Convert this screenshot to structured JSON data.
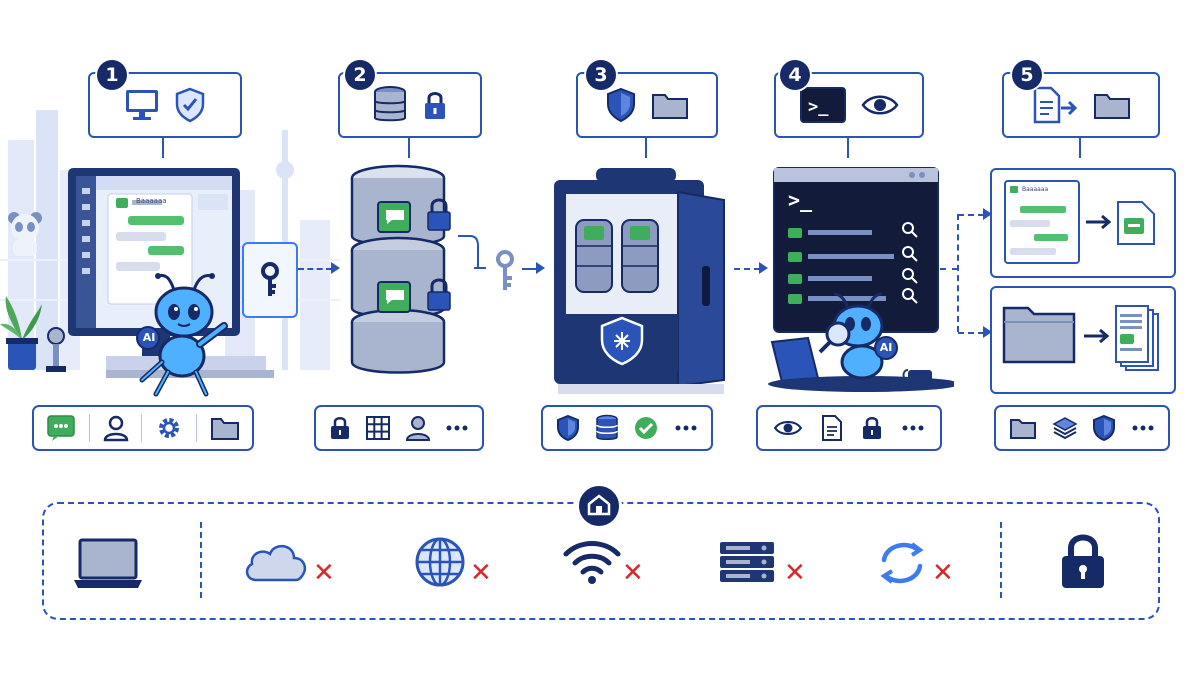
{
  "steps": [
    {
      "number": "1"
    },
    {
      "number": "2"
    },
    {
      "number": "3"
    },
    {
      "number": "4"
    },
    {
      "number": "5"
    }
  ],
  "labels": {
    "ai_badge_left": "AI",
    "ai_badge_right": "AI",
    "mini_app_title": "Baaaaaa",
    "mini_app_title_2": "Baaaaaa",
    "terminal_prompt": ">_"
  },
  "colors": {
    "navy": "#152a66",
    "blue": "#2a54b8",
    "bright_blue": "#3d7bf0",
    "green": "#3fae5c",
    "red": "#d62a2a",
    "gray": "#a9b4cf"
  },
  "icons": {
    "step1": [
      "monitor-icon",
      "shield-check-icon"
    ],
    "step2": [
      "database-icon",
      "padlock-icon"
    ],
    "step3": [
      "shield-icon",
      "folder-icon"
    ],
    "step4": [
      "terminal-icon",
      "eye-icon"
    ],
    "step5": [
      "document-arrow-icon",
      "folder-icon"
    ],
    "bar1": [
      "chat-icon",
      "user-icon",
      "gear-icon",
      "folder-icon"
    ],
    "bar2": [
      "padlock-icon",
      "grid-icon",
      "user-icon",
      "more-icon"
    ],
    "bar3": [
      "shield-icon",
      "database-icon",
      "check-icon",
      "more-icon"
    ],
    "bar4": [
      "eye-icon",
      "document-icon",
      "padlock-icon",
      "more-icon"
    ],
    "bar5": [
      "folder-icon",
      "layers-icon",
      "shield-icon",
      "more-icon"
    ],
    "offline": [
      "laptop-icon",
      "cloud-icon",
      "globe-icon",
      "wifi-icon",
      "server-icon",
      "sync-icon",
      "padlock-icon"
    ]
  }
}
